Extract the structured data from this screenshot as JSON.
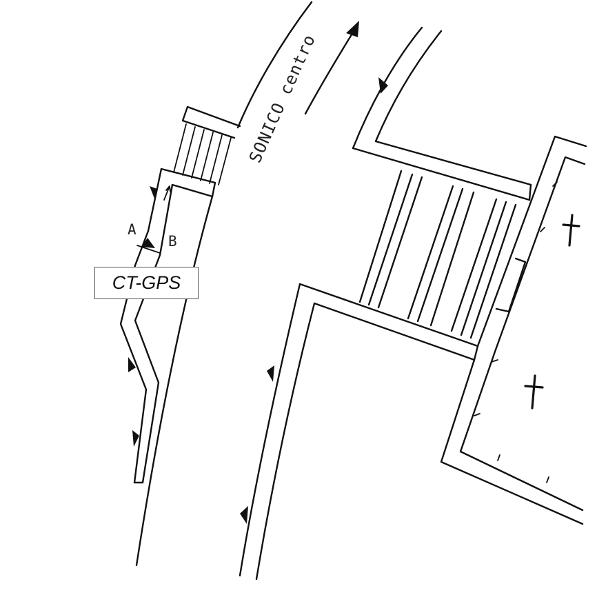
{
  "map": {
    "street_label": "SONICO centro",
    "point_a": "A",
    "point_b": "B",
    "legend_label": "CT-GPS",
    "ink_color": "#111111",
    "paper_color": "#ffffff"
  }
}
